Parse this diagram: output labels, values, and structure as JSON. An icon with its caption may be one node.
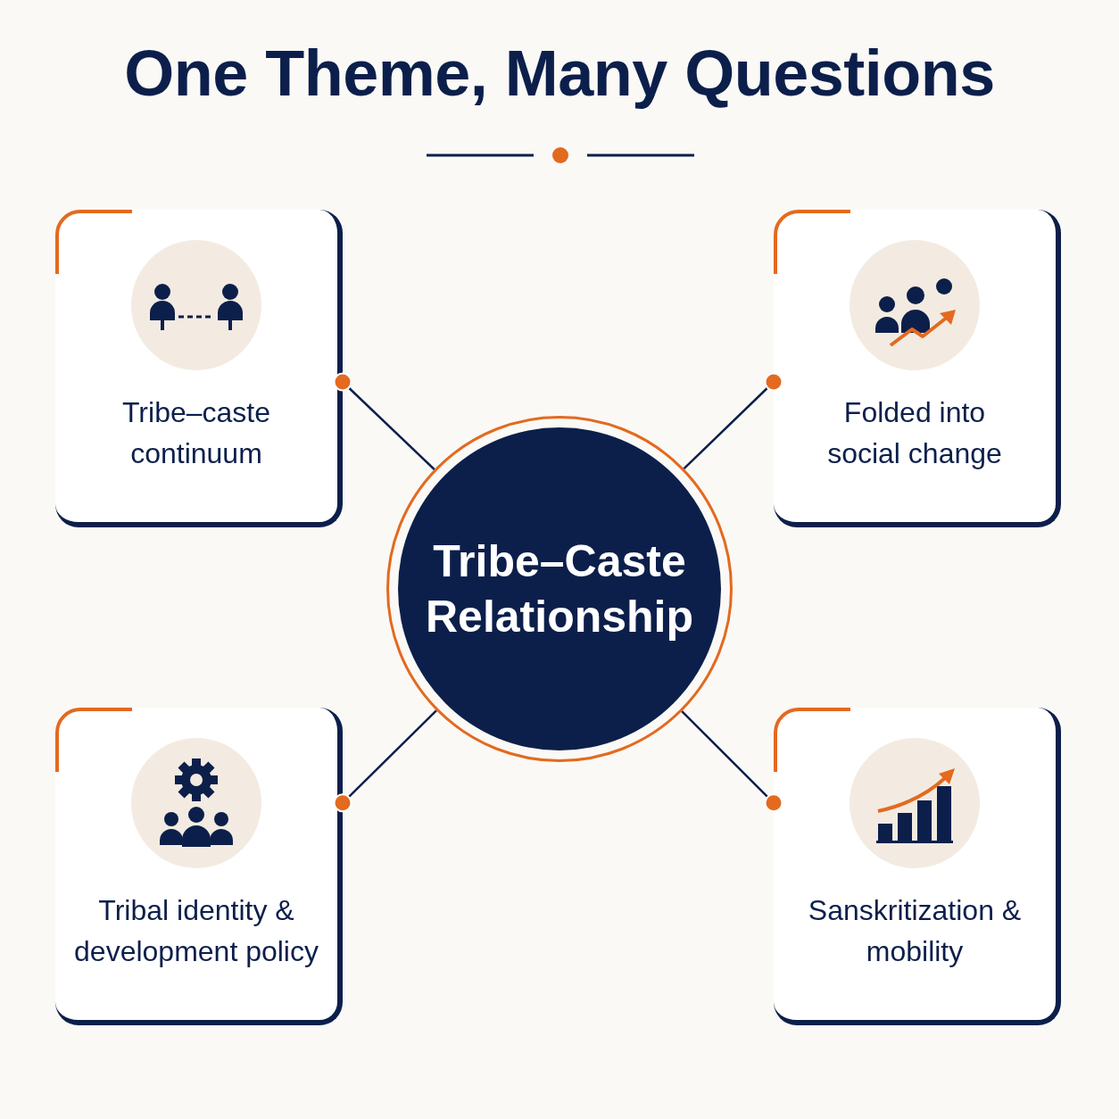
{
  "diagram": {
    "title": "One Theme, Many Questions",
    "nodes": [
      {
        "text": [
          "Tribe–caste continuum"
        ]
      },
      {
        "text": [
          "Folded into social change"
        ]
      },
      {
        "text": [
          "Tribe–Caste Relationship"
        ]
      },
      {
        "text": [
          "Tribal identity & development policy"
        ]
      },
      {
        "text": [
          "Sanskritization & mobility"
        ]
      }
    ],
    "edges": [
      {
        "from": 2,
        "to": 0,
        "arrow": "other"
      },
      {
        "from": 2,
        "to": 1,
        "arrow": "other"
      },
      {
        "from": 2,
        "to": 3,
        "arrow": "other"
      },
      {
        "from": 2,
        "to": 4,
        "arrow": "other"
      }
    ]
  }
}
